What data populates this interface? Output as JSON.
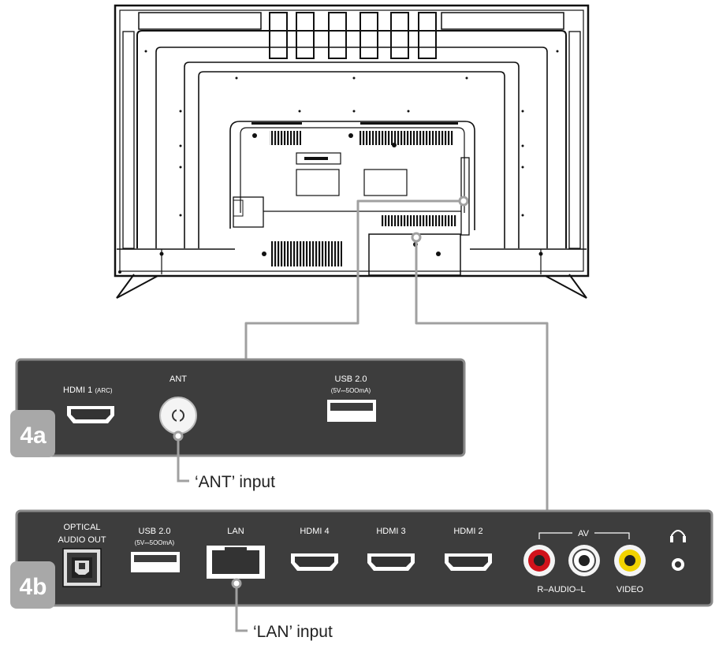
{
  "panel_4a": {
    "badge": "4a",
    "ports": {
      "hdmi1": {
        "label": "HDMI 1",
        "sub": "(ARC)"
      },
      "ant": {
        "label": "ANT"
      },
      "usb": {
        "label": "USB 2.0",
        "sub": "(5V⎓5OOmA)"
      }
    },
    "callout": "‘ANT’ input"
  },
  "panel_4b": {
    "badge": "4b",
    "ports": {
      "optical": {
        "line1": "OPTICAL",
        "line2": "AUDIO OUT"
      },
      "usb": {
        "label": "USB 2.0",
        "sub": "(5V⎓5OOmA)"
      },
      "lan": {
        "label": "LAN"
      },
      "hdmi4": {
        "label": "HDMI 4"
      },
      "hdmi3": {
        "label": "HDMI 3"
      },
      "hdmi2": {
        "label": "HDMI 2"
      },
      "av": {
        "group_label": "AV",
        "audio_label": "R–AUDIO–L",
        "video_label": "VIDEO"
      }
    },
    "callout": "‘LAN’ input"
  },
  "icons": [
    "headphones-icon"
  ],
  "colors": {
    "panel": "#3d3d3d",
    "panel_border": "#8a8a8a",
    "badge": "#a8a8a8",
    "connector": "#a0a0a0",
    "audio_red": "#d0121b",
    "video_yellow": "#f2d200"
  }
}
